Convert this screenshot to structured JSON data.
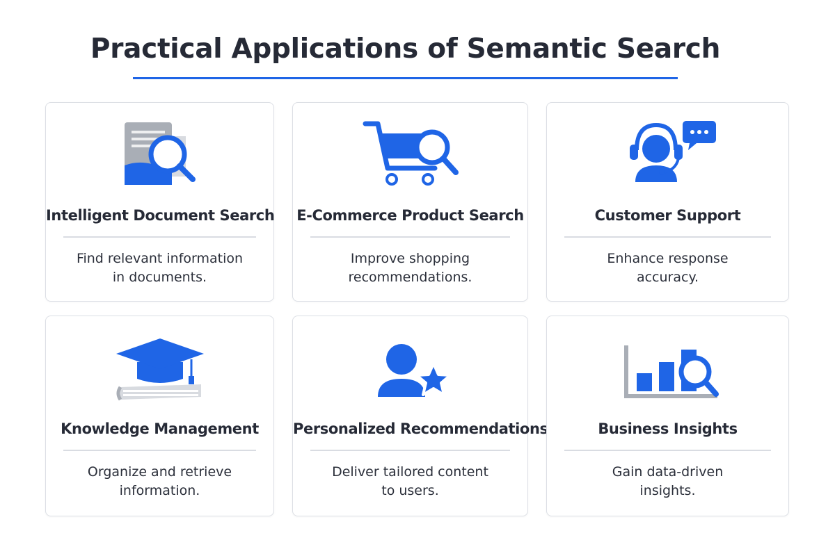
{
  "title": "Practical Applications of Semantic Search",
  "colors": {
    "accent": "#1f65e6",
    "gray": "#a9aeb6",
    "text": "#262a36"
  },
  "cards": [
    {
      "icon": "document-search-icon",
      "title": "Intelligent Document Search",
      "desc": [
        "Find relevant information",
        "in documents."
      ]
    },
    {
      "icon": "shopping-cart-search-icon",
      "title": "E-Commerce Product Search",
      "desc": [
        "Improve shopping",
        "recommendations."
      ]
    },
    {
      "icon": "support-agent-chat-icon",
      "title": "Customer Support",
      "desc": [
        "Enhance response",
        "accuracy."
      ]
    },
    {
      "icon": "graduation-cap-book-icon",
      "title": "Knowledge Management",
      "desc": [
        "Organize and retrieve",
        "information."
      ]
    },
    {
      "icon": "user-star-icon",
      "title": "Personalized Recommendations",
      "desc": [
        "Deliver tailored content",
        "to users."
      ]
    },
    {
      "icon": "bar-chart-search-icon",
      "title": "Business Insights",
      "desc": [
        "Gain data-driven",
        "insights."
      ]
    }
  ]
}
